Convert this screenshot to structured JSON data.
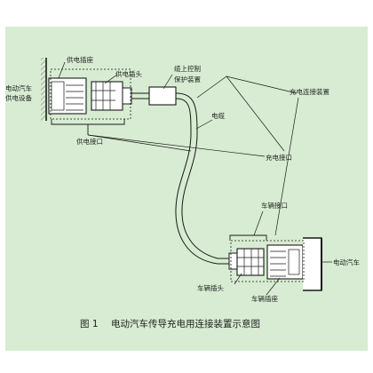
{
  "colors": {
    "background": "#d7ecd2",
    "outline": "#1a1a1a",
    "hatch_fill": "#ececec"
  },
  "labels": {
    "supply_equipment": "电动汽车\n供电设备",
    "supply_socket": "供电插座",
    "supply_plug": "供电插头",
    "incable_control_box": "缆上控制\n保护装置",
    "charging_connection_device": "充电连接装置",
    "cable": "电缆",
    "supply_interface": "供电接口",
    "charging_interface": "充电接口",
    "vehicle_interface": "车辆接口",
    "electric_vehicle": "电动汽车",
    "vehicle_plug": "车辆插头",
    "vehicle_socket": "车辆插座"
  },
  "caption": {
    "figure_number": "图 1",
    "title": "电动汽车传导充电用连接装置示意图"
  }
}
